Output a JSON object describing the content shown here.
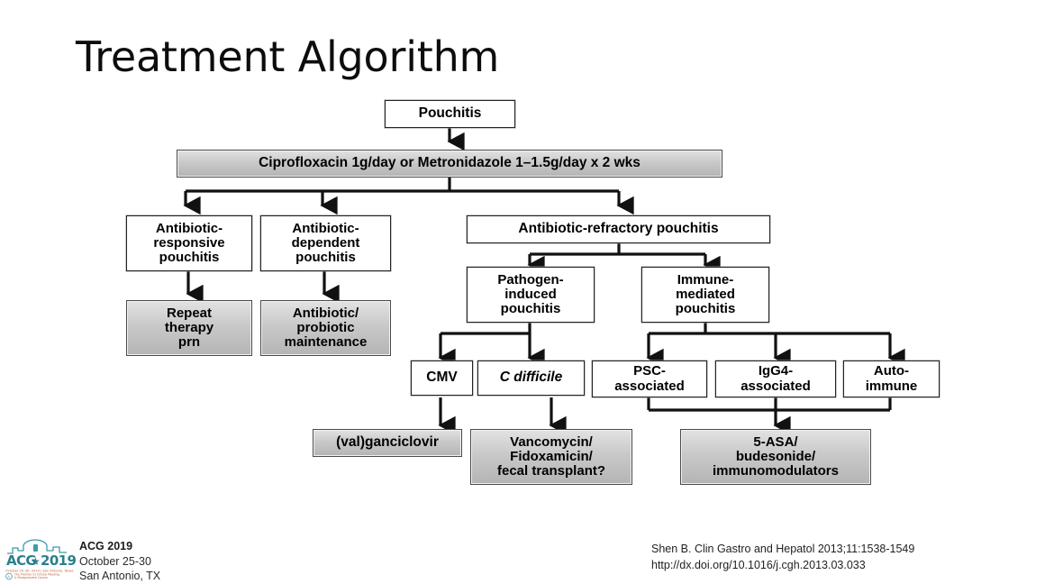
{
  "slide": {
    "title": "Treatment Algorithm"
  },
  "flowchart": {
    "nodes": {
      "pouchitis": "Pouchitis",
      "antibiotics": "Ciprofloxacin 1g/day or Metronidazole 1–1.5g/day x 2 wks",
      "responsive": "Antibiotic-\nresponsive\npouchitis",
      "dependent": "Antibiotic-\ndependent\npouchitis",
      "refractory": "Antibiotic-refractory pouchitis",
      "repeat_therapy": "Repeat\ntherapy\nprn",
      "maintenance": "Antibiotic/\nprobiotic\nmaintenance",
      "pathogen": "Pathogen-\ninduced\npouchitis",
      "immune": "Immune-\nmediated\npouchitis",
      "cmv": "CMV",
      "cdiff": "C difficile",
      "psc": "PSC-\nassociated",
      "igg4": "IgG4-\nassociated",
      "autoimmune": "Auto-\nimmune",
      "ganciclovir": "(val)ganciclovir",
      "vanco": "Vancomycin/\nFidoxamicin/\nfecal transplant?",
      "asa": "5-ASA/\nbudesonide/\nimmunomodulators"
    }
  },
  "footer": {
    "conference": "ACG 2019",
    "dates": "October 25-30",
    "city": "San Antonio, TX",
    "logo_text": "ACG★2019",
    "logo_sub": "October 25–30,  2019 | San Antonio, Texas",
    "logo_sub2": "The Premier GI Clinical Meeting & Postgraduate Course",
    "citation_line1": "Shen B. Clin Gastro and Hepatol 2013;11:1538-1549",
    "citation_line2": "http://dx.doi.org/10.1016/j.cgh.2013.03.033"
  },
  "colors": {
    "accent_teal": "#3e9aa8",
    "shaded_box": "#c9c9c9",
    "line": "#111111"
  }
}
